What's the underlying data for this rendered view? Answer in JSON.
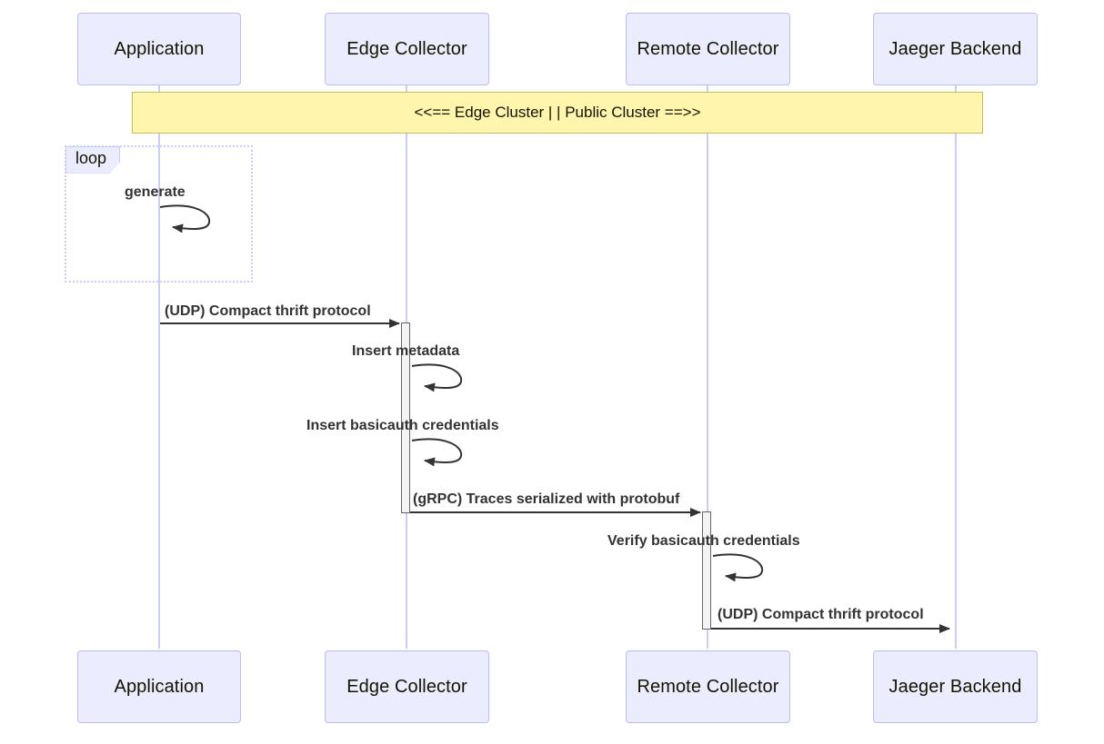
{
  "diagram": {
    "type": "sequence-diagram",
    "title": "",
    "colors": {
      "actor_fill": "#ECECFF",
      "actor_stroke": "#BBBBF6",
      "lifeline": "#CCCCF8",
      "note_fill": "#FFF5AD",
      "note_stroke": "#C5BE54",
      "activation_fill": "#F4F4F4",
      "activation_stroke": "#666666",
      "arrow": "#333333",
      "text": "#131300"
    }
  },
  "participants": [
    {
      "id": "application",
      "label": "Application"
    },
    {
      "id": "edge-collector",
      "label": "Edge Collector"
    },
    {
      "id": "remote-collector",
      "label": "Remote Collector"
    },
    {
      "id": "jaeger-backend",
      "label": "Jaeger Backend"
    }
  ],
  "participants_bottom": [
    {
      "id": "application",
      "label": "Application"
    },
    {
      "id": "edge-collector",
      "label": "Edge Collector"
    },
    {
      "id": "remote-collector",
      "label": "Remote Collector"
    },
    {
      "id": "jaeger-backend",
      "label": "Jaeger Backend"
    }
  ],
  "note": {
    "text": "<<== Edge Cluster | | Public Cluster ==>>"
  },
  "loop": {
    "label": "loop"
  },
  "messages": [
    {
      "id": "generate",
      "label": "generate",
      "from": "application",
      "to": "application",
      "kind": "self"
    },
    {
      "id": "udp-compact-thrift-1",
      "label": "(UDP) Compact thrift protocol",
      "from": "application",
      "to": "edge-collector",
      "kind": "solid-arrow"
    },
    {
      "id": "insert-metadata",
      "label": "Insert metadata",
      "from": "edge-collector",
      "to": "edge-collector",
      "kind": "self"
    },
    {
      "id": "insert-basicauth-credentials",
      "label": "Insert basicauth credentials",
      "from": "edge-collector",
      "to": "edge-collector",
      "kind": "self"
    },
    {
      "id": "grpc-traces-protobuf",
      "label": "(gRPC) Traces serialized with protobuf",
      "from": "edge-collector",
      "to": "remote-collector",
      "kind": "solid-arrow"
    },
    {
      "id": "verify-basicauth-credentials",
      "label": "Verify basicauth credentials",
      "from": "remote-collector",
      "to": "remote-collector",
      "kind": "self"
    },
    {
      "id": "udp-compact-thrift-2",
      "label": "(UDP) Compact thrift protocol",
      "from": "remote-collector",
      "to": "jaeger-backend",
      "kind": "solid-arrow"
    }
  ]
}
